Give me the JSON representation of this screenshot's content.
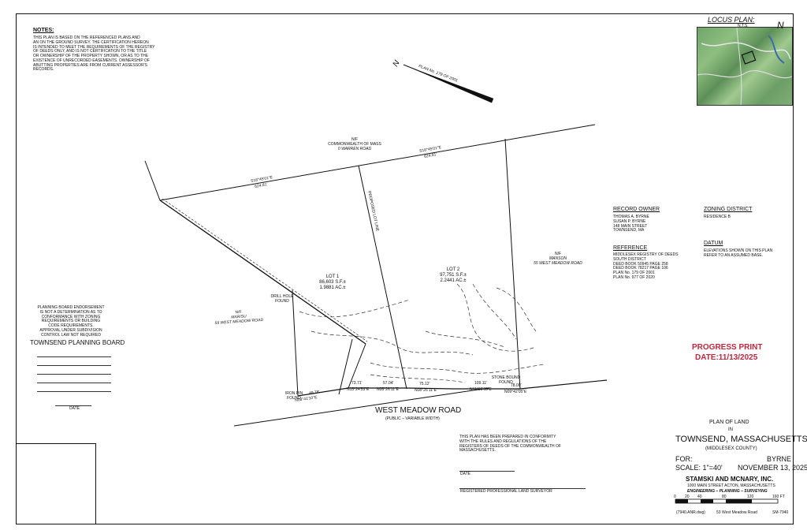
{
  "notes": {
    "heading": "NOTES:",
    "lines": [
      "THIS PLAN IS BASED ON THE REFERENCED PLANS AND",
      "AN ON THE GROUND SURVEY. THE CERTIFICATION HEREON",
      "IS INTENDED TO MEET THE REQUIREMENTS OF THE REGISTRY",
      "OF DEEDS ONLY, AND IS NOT CERTIFICATION TO THE TITLE",
      "OR OWNERSHIP OF THE PROPERTY SHOWN, OR AS TO THE",
      "EXISTENCE OF UNRECORDED EASEMENTS. OWNERSHIP OF",
      "ABUTTING PROPERTIES ARE FROM CURRENT ASSESSOR'S",
      "RECORDS."
    ]
  },
  "north_arrow_label": "PLAN No. 179 OF 2001",
  "north_letter": "N",
  "locus": {
    "title": "LOCUS PLAN:",
    "scale": "N.T.S.",
    "north": "N"
  },
  "abutters": {
    "commonwealth": [
      "N/F",
      "COMMONWEALTH OF MASS",
      "0 WARREN ROAD"
    ],
    "marisu": [
      "N/F",
      "MARISU",
      "59 WEST MEADOW ROAD"
    ],
    "manson": [
      "N/F",
      "MANSON",
      "55 WEST MEADOW ROAD"
    ]
  },
  "bearings": {
    "top_left": "S18°45'01\"E",
    "top_left_dist": "624.81'",
    "top_right": "S18°45'01\"E",
    "top_right_dist": "624.81'",
    "proposed_lot_line": "PROPOSED LOT LINE",
    "rd1": "N08°26'11\"E",
    "rd1_dist": "57.04'",
    "rd2": "N08°26'11\"E",
    "rd2_dist": "75.12'",
    "rd3": "N15°24'53\"E",
    "rd3_dist": "73.71'",
    "rd4": "N11°09'05\"E",
    "rd4_dist": "109.11'",
    "rd5": "N09°42'05\"E",
    "rd5_dist": "78.00'",
    "rd6": "N08°41'10\"E",
    "rd6_dist": "49.78'"
  },
  "lot1": {
    "name": "LOT 1",
    "area_sf": "86,603 S.F.±",
    "area_ac": "1.9881 AC.±"
  },
  "lot2": {
    "name": "LOT 2",
    "area_sf": "97,751 S.F.±",
    "area_ac": "2.2441 AC.±"
  },
  "monuments": {
    "drill_hole": "DRILL HOLE\nFOUND",
    "iron_pin": "IRON PIN\nFOUND",
    "stone_bound": "STONE BOUND\nFOUND"
  },
  "road": {
    "name": "WEST MEADOW ROAD",
    "note": "(PUBLIC – VARIABLE WIDTH)"
  },
  "record_owner": {
    "heading": "RECORD OWNER",
    "lines": [
      "THOMAS A. BYRNE",
      "SUSAN P. BYRNE",
      "148 MAIN STREET",
      "TOWNSEND, MA"
    ]
  },
  "zoning": {
    "heading": "ZONING DISTRICT",
    "value": "RESIDENCE B"
  },
  "reference": {
    "heading": "REFERENCE",
    "lines": [
      "MIDDLESEX REGISTRY OF DEEDS",
      "SOUTH DISTRICT",
      "DEED BOOK 50945 PAGE 258",
      "DEED BOOK 78217 PAGE 106",
      "PLAN No. 179 OF 2001",
      "PLAN No. 977 OF 2020"
    ]
  },
  "datum": {
    "heading": "DATUM",
    "lines": [
      "ELEVATIONS SHOWN ON THIS PLAN",
      "REFER TO AN ASSUMED BASE."
    ]
  },
  "progress": {
    "line1": "PROGRESS PRINT",
    "line2": "DATE:11/13/2025"
  },
  "planning_board": {
    "lines": [
      "PLANNING BOARD ENDORSEMENT",
      "IS NOT A DETERMINATION AS TO",
      "CONFORMANCE WITH ZONING",
      "REQUIREMENTS OR BUILDING",
      "CODE REQUIREMENTS.",
      "APPROVAL UNDER SUBDIVISION",
      "CONTROL LAW NOT REQUIRED"
    ],
    "title": "TOWNSEND PLANNING BOARD",
    "date_label": "DATE"
  },
  "registry_note": {
    "lines": [
      "THIS PLAN HAS BEEN PREPARED IN CONFORMITY",
      "WITH THE RULES AND REGULATIONS OF THE",
      "REGISTERS OF DEEDS OF THE COMMONWEALTH OF",
      "MASSACHUSETTS."
    ],
    "date_label": "DATE",
    "surveyor_label": "REGISTERED PROFESSIONAL LAND SURVEYOR"
  },
  "title_block": {
    "plan_of_land": "PLAN OF LAND",
    "in": "IN",
    "town": "TOWNSEND, MASSACHUSETTS",
    "county": "(MIDDLESEX COUNTY)",
    "for_label": "FOR:",
    "for_value": "BYRNE",
    "scale": "SCALE:  1\"=40'",
    "date": "NOVEMBER 13, 2025",
    "firm": "STAMSKI AND MCNARY, INC.",
    "address": "1000 MAIN STREET  ACTON, MASSACHUSETTS",
    "services": "ENGINEERING – PLANNING – SURVEYING",
    "scale_ticks": [
      "0",
      "20",
      "40",
      "80",
      "120",
      "160 FT"
    ],
    "file": "(7940.ANR.dwg)",
    "address_line": "53 West Meadow Road",
    "job": "SM-7940"
  }
}
